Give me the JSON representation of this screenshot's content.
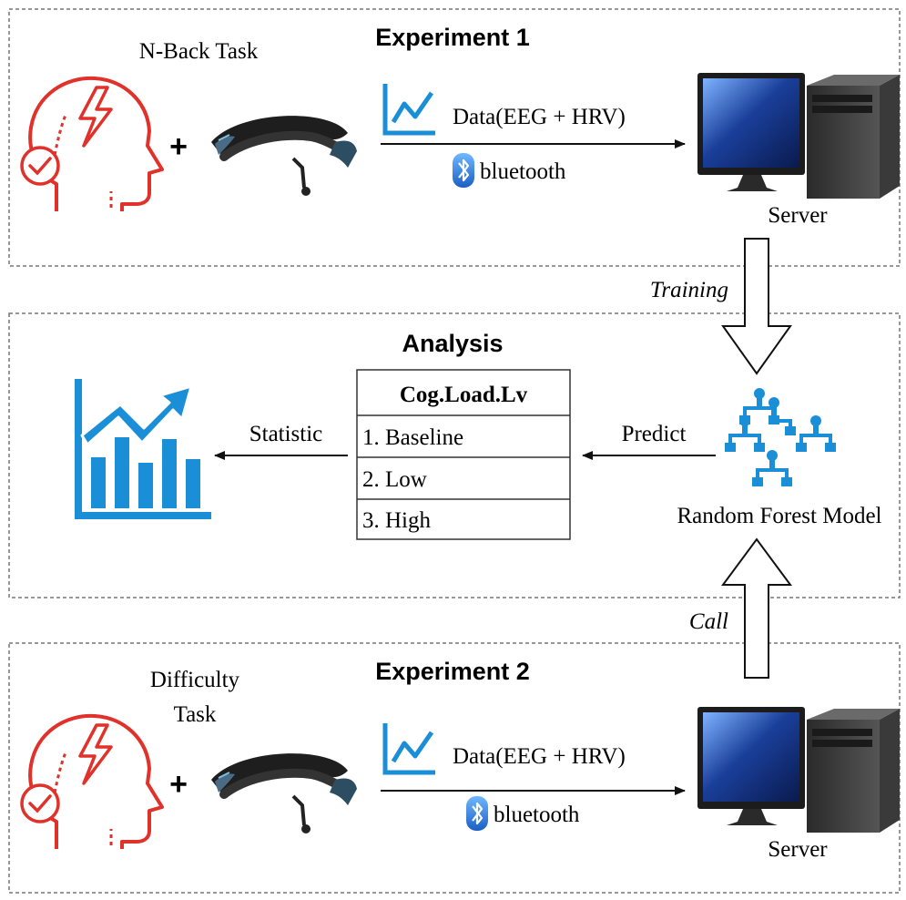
{
  "experiment1": {
    "title": "Experiment 1",
    "task_label": "N-Back Task",
    "data_label": "Data(EEG + HRV)",
    "bluetooth_label": "bluetooth",
    "server_label": "Server"
  },
  "training_label": "Training",
  "analysis": {
    "title": "Analysis",
    "statistic_label": "Statistic",
    "predict_label": "Predict",
    "model_label": "Random Forest Model",
    "table": {
      "header": "Cog.Load.Lv",
      "rows": [
        "1. Baseline",
        "2. Low",
        "3. High"
      ]
    }
  },
  "call_label": "Call",
  "experiment2": {
    "title": "Experiment 2",
    "task_label_line1": "Difficulty",
    "task_label_line2": "Task",
    "data_label": "Data(EEG + HRV)",
    "bluetooth_label": "bluetooth",
    "server_label": "Server"
  },
  "colors": {
    "head_icon": "#e0312a",
    "chart_blue": "#1a8fd8",
    "tree_blue": "#1a8fd8",
    "dashed_border": "#777777",
    "arrow": "#111111"
  },
  "icons": {
    "head": "head-stress-check-icon",
    "headset": "eeg-headset-icon",
    "data": "line-chart-icon",
    "bluetooth": "bluetooth-icon",
    "server": "desktop-computer-icon",
    "statistics": "bar-chart-trend-icon",
    "model": "hierarchy-tree-icon"
  }
}
